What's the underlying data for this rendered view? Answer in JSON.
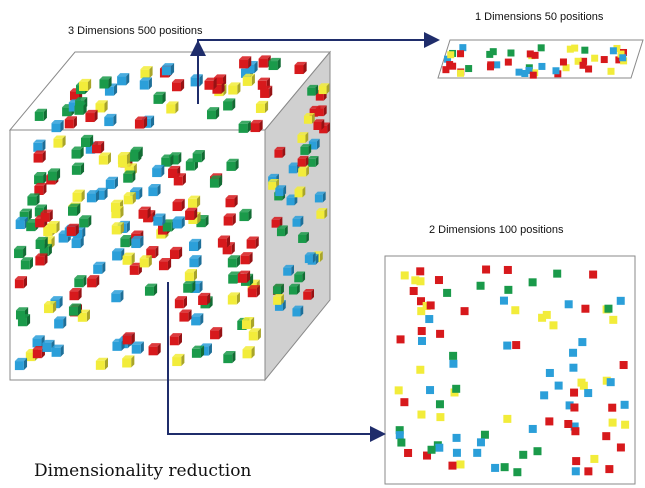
{
  "labels": {
    "three_d": "3 Dimensions 500 positions",
    "one_d": "1 Dimensions 50 positions",
    "two_d": "2 Dimensions 100 positions",
    "caption": "Dimensionality reduction"
  },
  "colors": {
    "red": "#d7191c",
    "green": "#1a9a4a",
    "blue": "#2b9fd9",
    "yellow": "#f2ec3a",
    "arrow": "#1f2d6b",
    "cube_front": "#ffffff",
    "cube_side": "#cfcfcf",
    "cube_top": "#ffffff",
    "outline": "#8a8a8a"
  },
  "icons": {
    "arrow_head": "arrowhead-icon"
  }
}
